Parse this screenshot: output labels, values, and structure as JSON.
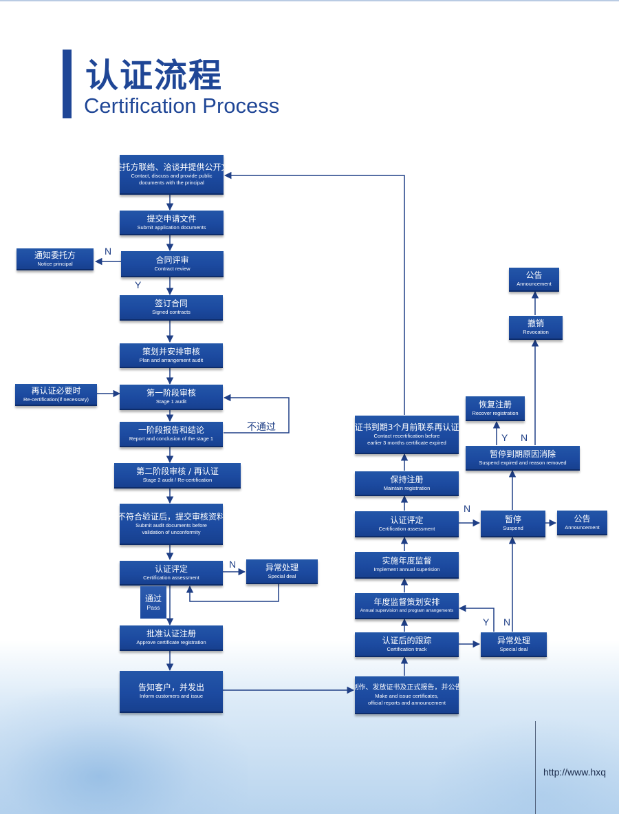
{
  "title": {
    "cn": "认证流程",
    "en": "Certification Process"
  },
  "url": "http://www.hxq",
  "labels": {
    "n": "N",
    "y": "Y",
    "fail": "不通过",
    "pass_cn": "通过",
    "pass_en": "Pass"
  },
  "nodes": {
    "contact": {
      "cn": "与委托方联络、洽谈并提供公开文件",
      "en1": "Contact, discuss and provide public",
      "en2": "documents with the principal"
    },
    "submit": {
      "cn": "提交申请文件",
      "en1": "Submit  application documents"
    },
    "notice": {
      "cn": "通知委托方",
      "en1": "Notice principal"
    },
    "contract_review": {
      "cn": "合同评审",
      "en1": "Contract review"
    },
    "signed": {
      "cn": "签订合同",
      "en1": "Signed  contracts"
    },
    "plan": {
      "cn": "策划并安排审核",
      "en1": "Plan and arrangement audit"
    },
    "recert_needed": {
      "cn": "再认证必要时",
      "en1": "Re-certification(if necessary)"
    },
    "stage1": {
      "cn": "第一阶段审核",
      "en1": "Stage 1 audit"
    },
    "report1": {
      "cn": "一阶段报告和结论",
      "en1": "Report and conclusion of the stage 1"
    },
    "stage2": {
      "cn": "第二阶段审核   / 再认证",
      "en1": "Stage 2  audit / Re-certification"
    },
    "unconform": {
      "cn": "不符合验证后，提交审核资料",
      "en1": "Submit audit documents before",
      "en2": "validation of unconformity"
    },
    "assess_left": {
      "cn": "认证评定",
      "en1": "Certification assessment"
    },
    "special_left": {
      "cn": "异常处理",
      "en1": "Special deal"
    },
    "approve": {
      "cn": "批准认证注册",
      "en1": "Approve certificate registration"
    },
    "inform": {
      "cn": "告知客户，并发出",
      "en1": "Inform customers and issue"
    },
    "issue": {
      "cn": "制作、发放证书及正式报告，并公告",
      "en1": "Make and issue certificates,",
      "en2": "official reports and announcement"
    },
    "track": {
      "cn": "认证后的跟踪",
      "en1": "Certification  track"
    },
    "special_right": {
      "cn": "异常处理",
      "en1": "Special deal"
    },
    "annual_plan": {
      "cn": "年度监督策划安排",
      "en1": "Annual supervision and program arrangements"
    },
    "annual_impl": {
      "cn": "实施年度监督",
      "en1": "Implement annual superision"
    },
    "assess_right": {
      "cn": "认证评定",
      "en1": "Certification assessment"
    },
    "maintain": {
      "cn": "保持注册",
      "en1": "Maintain  registration"
    },
    "recert_contact": {
      "cn": "证书到期3个月前联系再认证",
      "en1": "Contact recertification before",
      "en2": "earlier 3 months certificate expired"
    },
    "suspend": {
      "cn": "暂停",
      "en1": "Suspend"
    },
    "announce_mid": {
      "cn": "公告",
      "en1": "Announcement"
    },
    "suspend_expired": {
      "cn": "暂停到期原因消除",
      "en1": "Suspend  expired and reason removed"
    },
    "recover": {
      "cn": "恢复注册",
      "en1": "Recover registration"
    },
    "revocation": {
      "cn": "撤销",
      "en1": "Revocation"
    },
    "announce_top": {
      "cn": "公告",
      "en1": "Announcement"
    }
  }
}
